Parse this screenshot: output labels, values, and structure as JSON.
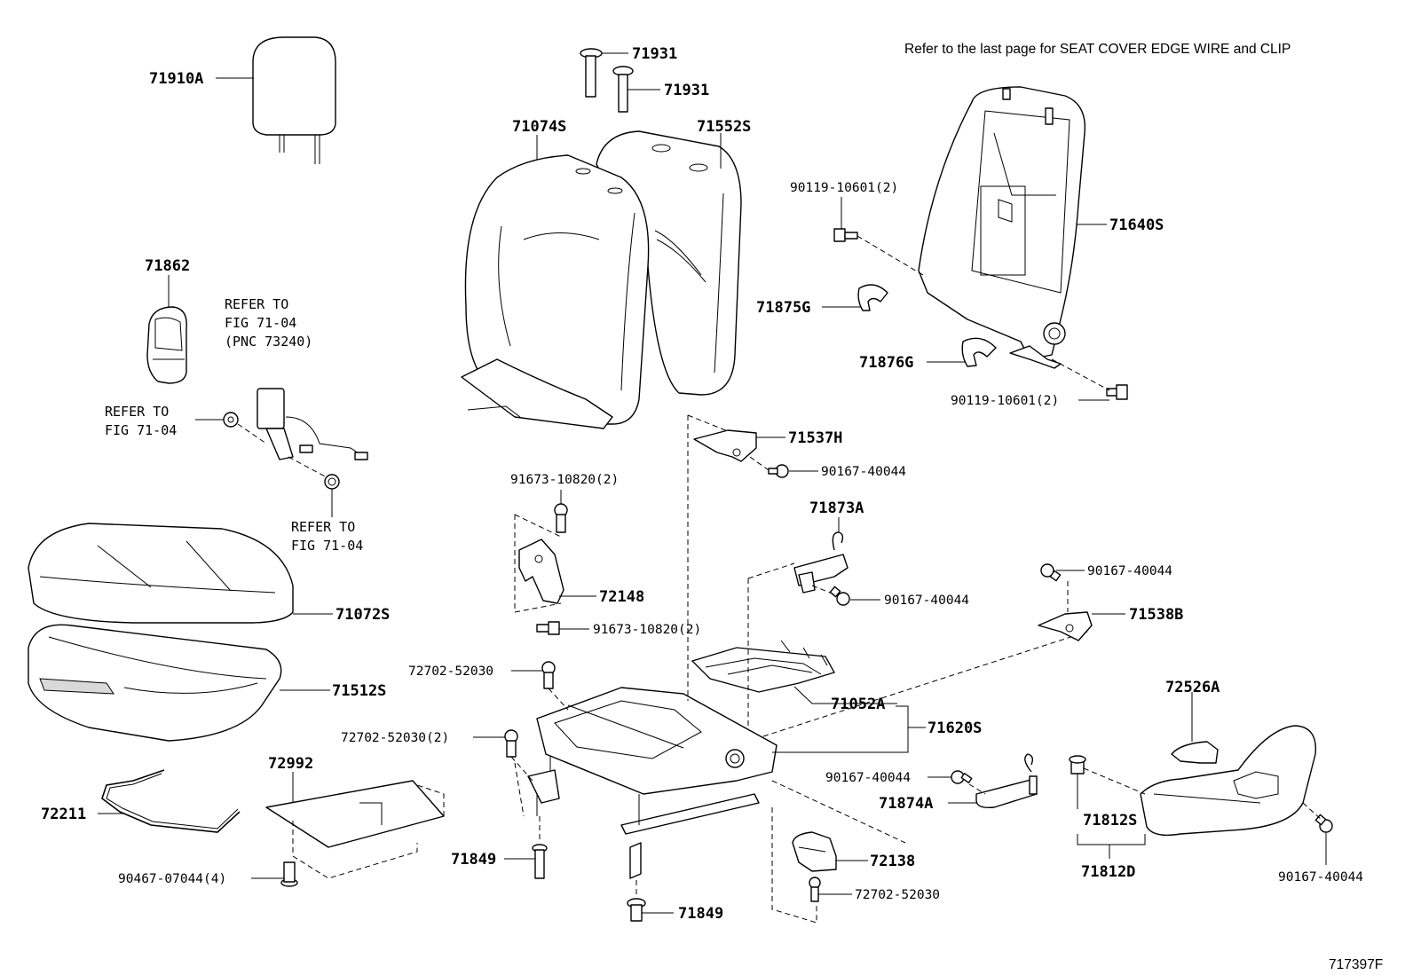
{
  "header_note": "Refer to the last page for SEAT COVER EDGE WIRE and CLIP",
  "figure_code": "717397F",
  "part_labels": {
    "p71910A": "71910A",
    "p71931a": "71931",
    "p71931b": "71931",
    "p71074S": "71074S",
    "p71552S": "71552S",
    "p90119a": "90119-10601(2)",
    "p71640S": "71640S",
    "p71875G": "71875G",
    "p71876G": "71876G",
    "p90119b": "90119-10601(2)",
    "p71862": "71862",
    "p71537H": "71537H",
    "p90167a": "90167-40044",
    "p91673a": "91673-10820(2)",
    "p71873A": "71873A",
    "p90167b": "90167-40044",
    "p90167c": "90167-40044",
    "p71538B": "71538B",
    "p72148": "72148",
    "p91673b": "91673-10820(2)",
    "p71072S": "71072S",
    "p72702a": "72702-52030",
    "p71052A": "71052A",
    "p71512S": "71512S",
    "p72526A": "72526A",
    "p71620S": "71620S",
    "p72702b": "72702-52030(2)",
    "p72992": "72992",
    "p90167d": "90167-40044",
    "p71874A": "71874A",
    "p71812S": "71812S",
    "p72211": "72211",
    "p71849a": "71849",
    "p72138": "72138",
    "p71812D": "71812D",
    "p90467": "90467-07044(4)",
    "p72702c": "72702-52030",
    "p90167e": "90167-40044",
    "p71849b": "71849"
  },
  "refer_notes": {
    "refer_top_1": "REFER TO",
    "refer_top_2": "FIG 71-04",
    "refer_top_3": "(PNC 73240)",
    "refer_left_1": "REFER TO",
    "refer_left_2": "FIG 71-04",
    "refer_bottom_1": "REFER TO",
    "refer_bottom_2": "FIG 71-04"
  }
}
